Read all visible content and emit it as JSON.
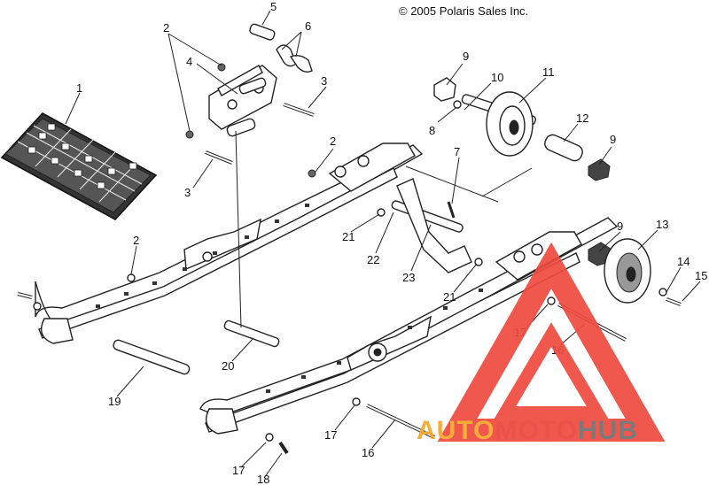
{
  "copyright": "© 2005 Polaris Sales Inc.",
  "callouts": [
    "5",
    "6",
    "2",
    "4",
    "3",
    "1",
    "9",
    "10",
    "11",
    "8",
    "12",
    "9",
    "7",
    "2",
    "3",
    "2",
    "21",
    "22",
    "23",
    "21",
    "9",
    "13",
    "14",
    "15",
    "17",
    "16",
    "20",
    "19",
    "17",
    "16",
    "17",
    "18"
  ],
  "watermark": {
    "word_auto": "AUTO",
    "word_moto": "MOTO",
    "word_hub": "HUB",
    "color_auto": "#f4a52a",
    "color_moto": "#e8433a",
    "color_hub": "#6f6f6f",
    "triangle_color": "#ef4a40"
  }
}
